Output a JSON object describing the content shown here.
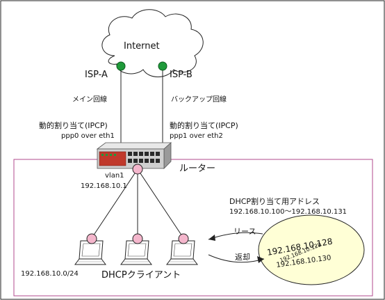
{
  "internet": {
    "label": "Internet"
  },
  "isp_a": {
    "name": "ISP-A",
    "line": "メイン回線",
    "assign": "動的割り当て(IPCP)",
    "iface": "ppp0 over eth1"
  },
  "isp_b": {
    "name": "ISP-B",
    "line": "バックアップ回線",
    "assign": "動的割り当て(IPCP)",
    "iface": "ppp1 over eth2"
  },
  "router": {
    "label": "ルーター",
    "vlan": "vlan1",
    "ip": "192.168.10.1"
  },
  "dhcp": {
    "pool_title": "DHCP割り当て用アドレス",
    "pool_range": "192.168.10.100～192.168.10.131",
    "lease": "リース",
    "return": "返却",
    "addresses": [
      "192.168.10.128",
      "192.168.10.129",
      "192.168.10.130"
    ]
  },
  "lan": {
    "subnet": "192.168.10.0/24",
    "clients_label": "DHCPクライアント"
  },
  "colors": {
    "node_green": "#1f9a3a",
    "node_pink": "#f4b6cc",
    "lan_border": "#b04a8c",
    "pool_fill": "#ffffd6"
  }
}
